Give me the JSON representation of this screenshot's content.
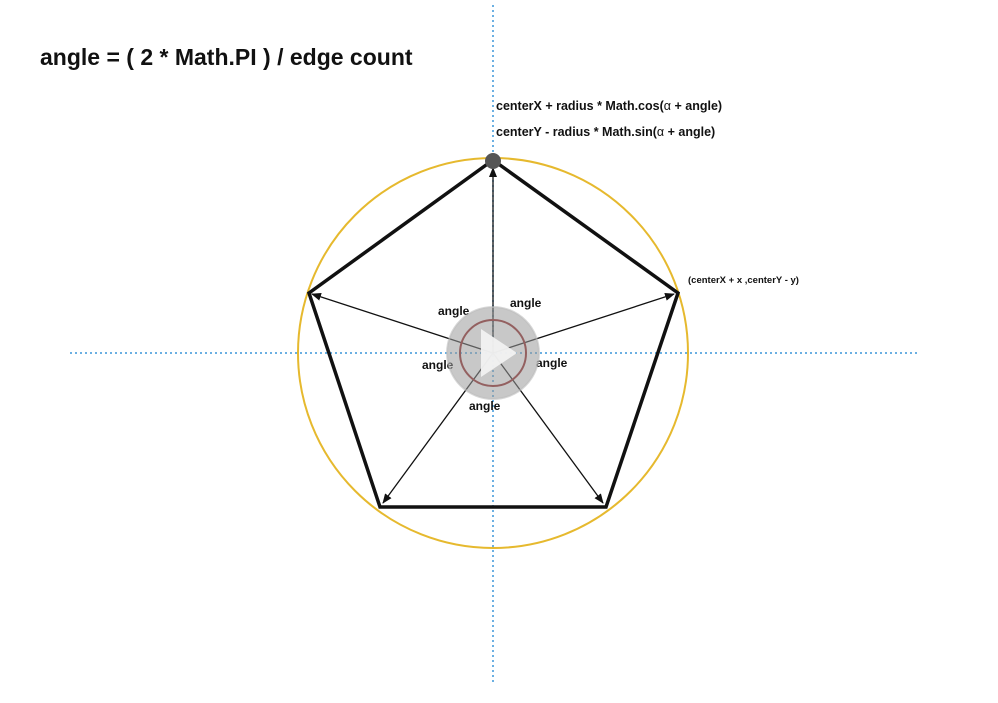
{
  "title": "angle = ( 2 * Math.PI ) / edge count",
  "formula_x_prefix": "centerX + radius * Math.cos(",
  "formula_x_alpha": "α",
  "formula_x_suffix": " + angle)",
  "formula_y_prefix": "centerY - radius * Math.sin(",
  "formula_y_alpha": "α",
  "formula_y_suffix": " + angle)",
  "vertex_label": "(centerX + x ,centerY - y)",
  "angle_labels": [
    "angle",
    "angle",
    "angle",
    "angle",
    "angle"
  ],
  "colors": {
    "circle": "#e6b92e",
    "axis": "#3a95d8",
    "pentagon": "#111111",
    "inner_circle": "#8b1a1a",
    "vertex_dot": "#555555",
    "play_overlay": "#9a9a9a"
  },
  "icons": {
    "play": "play-icon"
  }
}
